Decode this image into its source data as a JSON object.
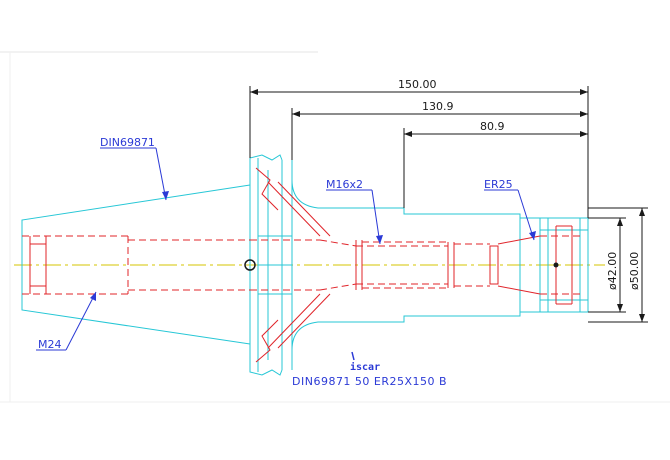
{
  "dimensions": {
    "overall_length": "150.00",
    "gauge_length": "130.9",
    "body_length": "80.9",
    "nut_diameter": "ø42.00",
    "shoulder_diameter": "ø50.00"
  },
  "callouts": {
    "taper_standard": "DIN69871",
    "thread_rear": "M16x2",
    "collet": "ER25",
    "pull_stud_thread": "M24"
  },
  "title_block": {
    "designation": "DIN69871 50 ER25X150 B",
    "logo": "iscar"
  },
  "colors": {
    "outline": "#27c7d6",
    "hidden_lines": "#e0242a",
    "dimensions": "#1a1a1a",
    "annotations": "#2b3ad6",
    "centerline": "#d4c400"
  }
}
